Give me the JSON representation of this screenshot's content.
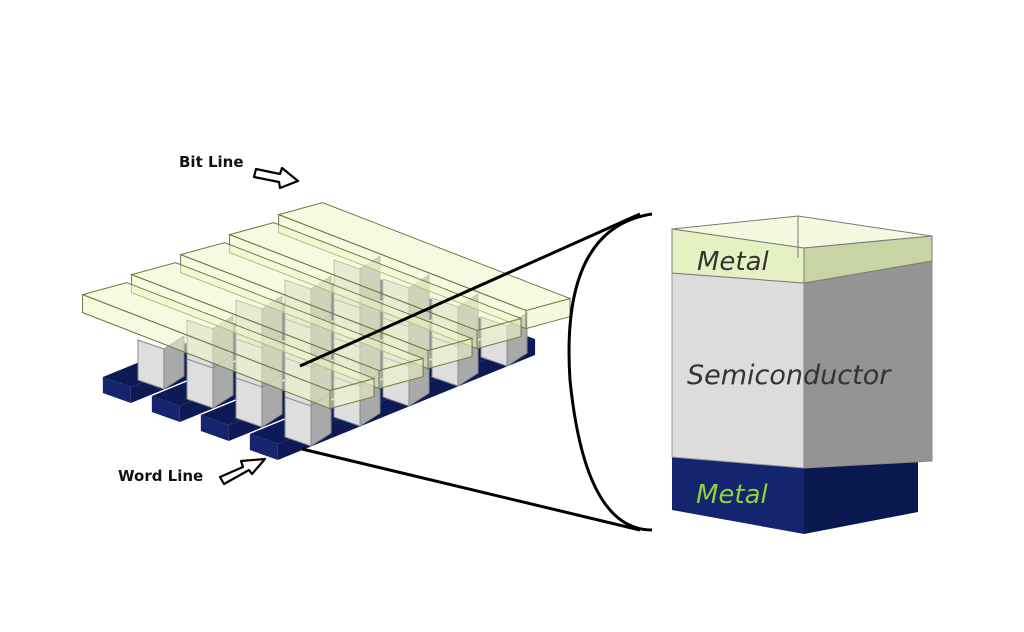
{
  "labels": {
    "bit_line": "Bit Line",
    "word_line": "Word Line",
    "metal_top": "Metal",
    "semiconductor": "Semiconductor",
    "metal_bottom": "Metal"
  },
  "colors": {
    "word_line_fill": "#14246e",
    "word_line_side": "#0d1a55",
    "bit_line_fill": "#eef6c8",
    "cell_front": "#dedede",
    "cell_side": "#a9a9a9",
    "cell_top": "#f2f2f2",
    "metal_top": "#eaf4cc",
    "semiconductor_front": "#dcdcdc",
    "semiconductor_side": "#949494",
    "metal_bottom_front": "#14246e",
    "metal_bottom_side": "#0a1850",
    "metal_bottom_text": "#8fd23a",
    "text_dark": "#333333"
  },
  "icons": {
    "bit_line_arrow": "right-arrow-icon",
    "word_line_arrow": "right-arrow-icon"
  }
}
